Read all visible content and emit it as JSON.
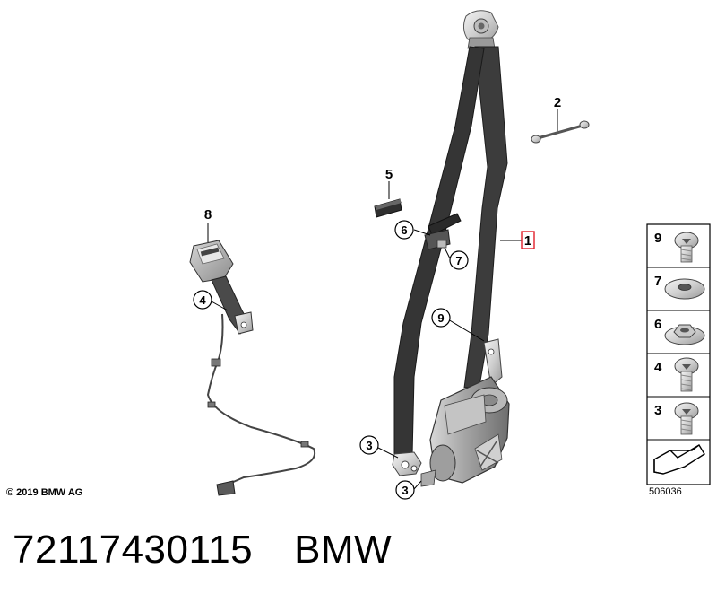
{
  "callouts": {
    "belt": "1",
    "bolt_top": "2",
    "cover": "5",
    "buckle": "8",
    "circled_guide_6": "6",
    "circled_guide_7": "7",
    "circled_bolt_9": "9",
    "circled_bolt_4": "4",
    "circled_bolt_3a": "3",
    "circled_bolt_3b": "3"
  },
  "legend": [
    {
      "number": "9",
      "icon": "torx-bolt-icon"
    },
    {
      "number": "7",
      "icon": "washer-icon"
    },
    {
      "number": "6",
      "icon": "flanged-nut-icon"
    },
    {
      "number": "4",
      "icon": "torx-bolt-icon"
    },
    {
      "number": "3",
      "icon": "torx-bolt-icon"
    }
  ],
  "legend_arrow_icon": "front-direction-arrow-icon",
  "copyright": "© 2019 BMW AG",
  "drawing_number": "506036",
  "part_number": "72117430115",
  "brand": "BMW",
  "colors": {
    "highlight": "#e0202a",
    "belt": "#3a3a3a",
    "line": "#000000"
  }
}
